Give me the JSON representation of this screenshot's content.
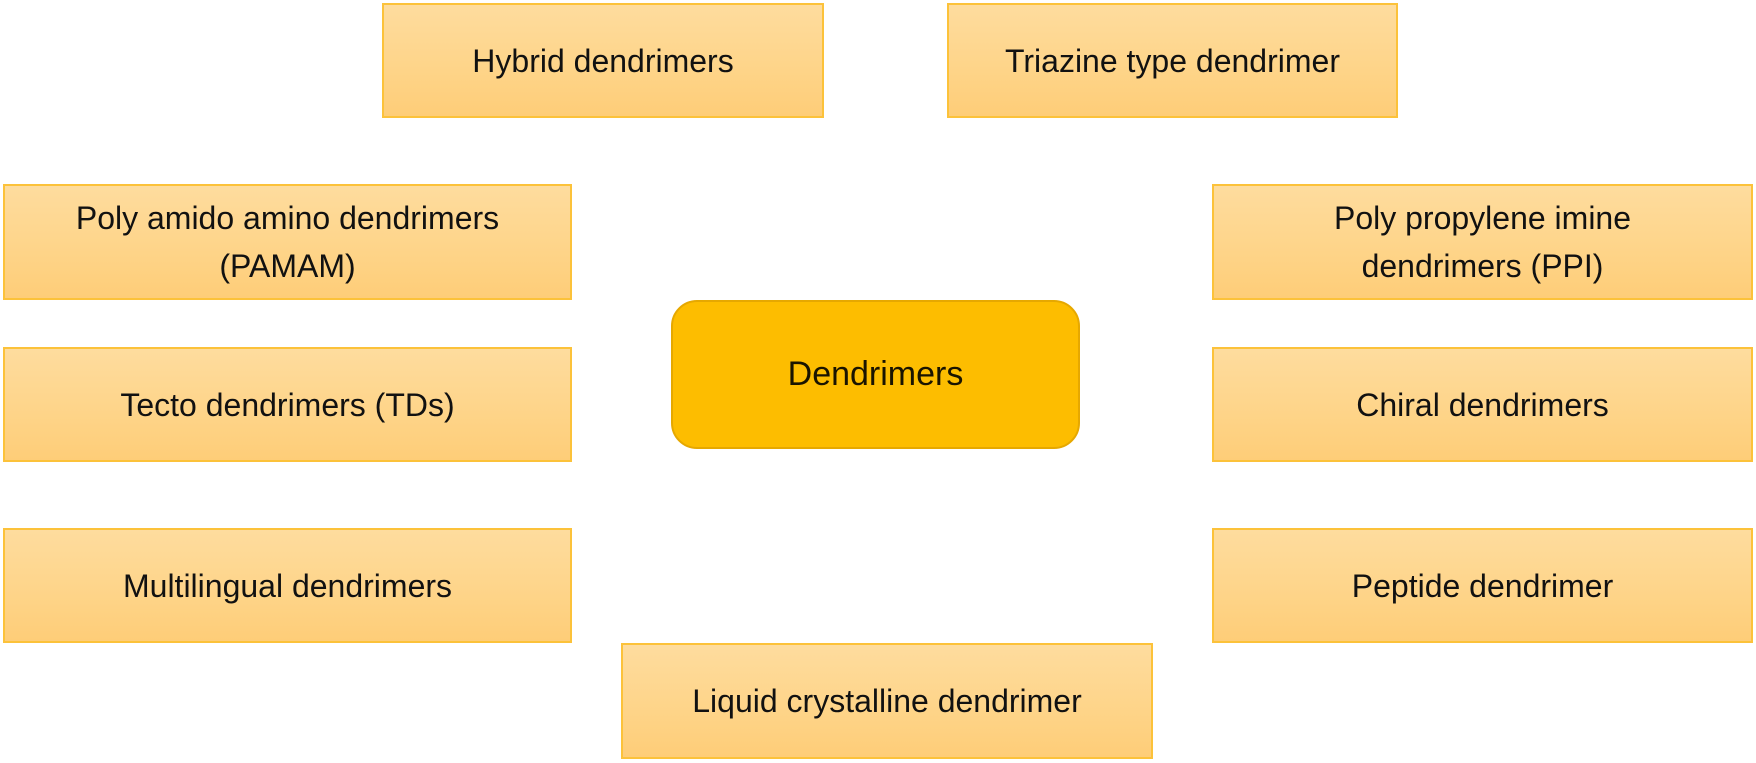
{
  "diagram": {
    "center": {
      "label": "Dendrimers"
    },
    "nodes": [
      {
        "id": "hybrid",
        "label": "Hybrid dendrimers"
      },
      {
        "id": "triazine",
        "label": "Triazine type dendrimer"
      },
      {
        "id": "pamam",
        "label": "Poly amido amino dendrimers (PAMAM)"
      },
      {
        "id": "ppi",
        "label": "Poly propylene imine dendrimers (PPI)"
      },
      {
        "id": "tecto",
        "label": "Tecto dendrimers (TDs)"
      },
      {
        "id": "chiral",
        "label": "Chiral dendrimers"
      },
      {
        "id": "multilingual",
        "label": "Multilingual dendrimers"
      },
      {
        "id": "peptide",
        "label": "Peptide dendrimer"
      },
      {
        "id": "liquid-crystalline",
        "label": "Liquid crystalline dendrimer"
      }
    ]
  }
}
